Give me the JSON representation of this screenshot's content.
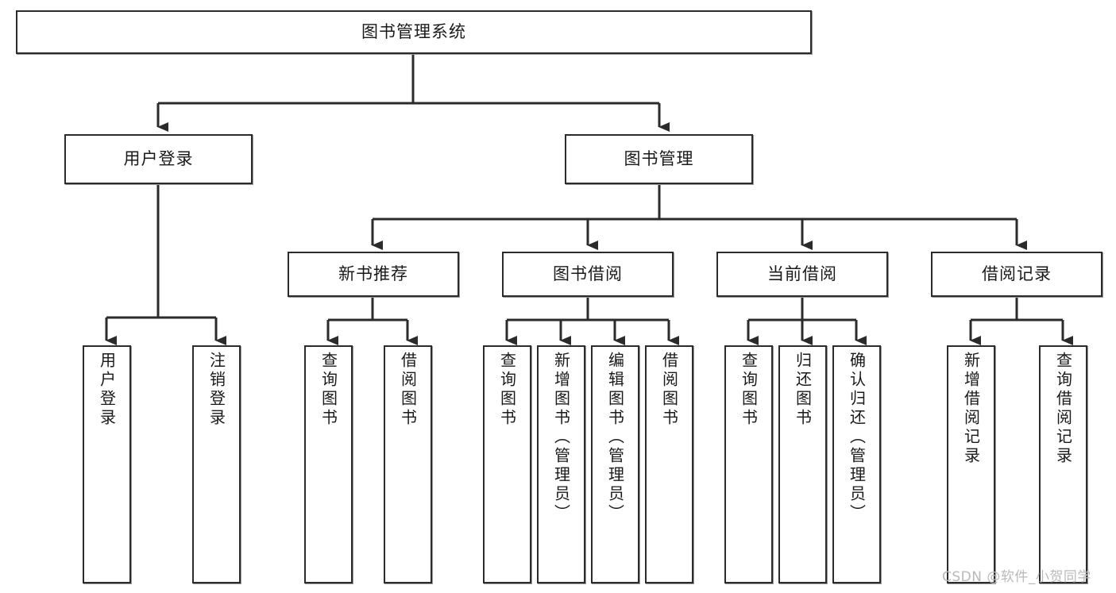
{
  "diagram": {
    "type": "hierarchy-tree",
    "title": "图书管理系统",
    "watermark": "CSDN @软件_小贺同学",
    "colors": {
      "box_border": "#2b2b2b",
      "box_fill": "#ffffff",
      "connector": "#2b2b2b",
      "text": "#1a1a1a",
      "watermark": "#b9b9b9"
    },
    "levels": {
      "root": "图书管理系统",
      "level2": [
        "用户登录",
        "图书管理"
      ],
      "level3": [
        "新书推荐",
        "图书借阅",
        "当前借阅",
        "借阅记录"
      ],
      "leaves": [
        "用户登录",
        "注销登录",
        "查询图书",
        "借阅图书",
        "查询图书",
        "新增图书（管理员）",
        "编辑图书（管理员）",
        "借阅图书",
        "查询图书",
        "归还图书",
        "确认归还（管理员）",
        "新增借阅记录",
        "查询借阅记录"
      ]
    },
    "nodes": {
      "root": {
        "label": "图书管理系统"
      },
      "user_login": {
        "label": "用户登录"
      },
      "book_manage": {
        "label": "图书管理"
      },
      "new_book_rec": {
        "label": "新书推荐"
      },
      "book_borrow": {
        "label": "图书借阅"
      },
      "current_borrow": {
        "label": "当前借阅"
      },
      "borrow_record": {
        "label": "借阅记录"
      },
      "leaf_user_login": {
        "label": "用户登录"
      },
      "leaf_logout": {
        "label": "注销登录"
      },
      "leaf_query_book_a": {
        "label": "查询图书"
      },
      "leaf_borrow_book_a": {
        "label": "借阅图书"
      },
      "leaf_query_book_b": {
        "label": "查询图书"
      },
      "leaf_add_book": {
        "label": "新增图书（管理员）"
      },
      "leaf_edit_book": {
        "label": "编辑图书（管理员）"
      },
      "leaf_borrow_book_b": {
        "label": "借阅图书"
      },
      "leaf_query_book_c": {
        "label": "查询图书"
      },
      "leaf_return_book": {
        "label": "归还图书"
      },
      "leaf_confirm_return": {
        "label": "确认归还（管理员）"
      },
      "leaf_add_record": {
        "label": "新增借阅记录"
      },
      "leaf_query_record": {
        "label": "查询借阅记录"
      }
    }
  }
}
